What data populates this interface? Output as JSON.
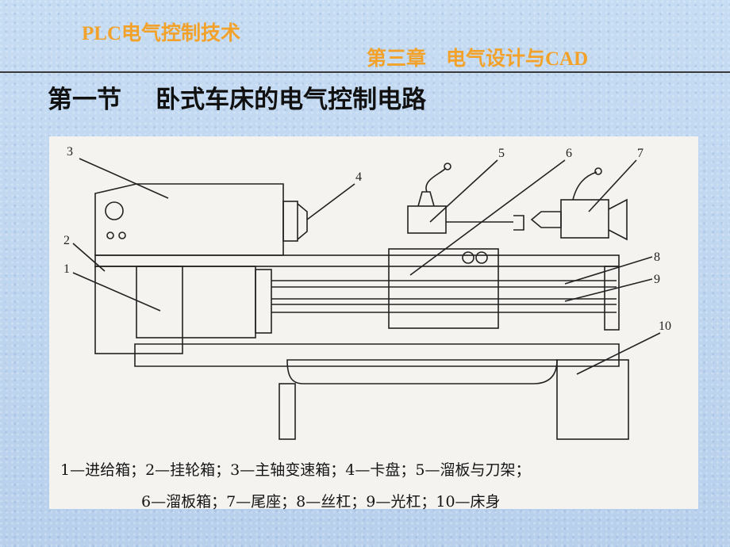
{
  "header": {
    "course_title": "PLC电气控制技术",
    "chapter_title": "第三章    电气设计与CAD"
  },
  "section_title": "第一节    卧式车床的电气控制电路",
  "figure": {
    "callouts": [
      "1",
      "2",
      "3",
      "4",
      "5",
      "6",
      "7",
      "8",
      "9",
      "10"
    ],
    "caption_line1": "1—进给箱；2—挂轮箱；3—主轴变速箱；4—卡盘；5—溜板与刀架；",
    "caption_line2": "6—溜板箱；7—尾座；8—丝杠；9—光杠；10—床身"
  },
  "colors": {
    "header_text": "#f2a22a",
    "background": "#bcd4ee",
    "rule": "#3a3a3a"
  }
}
